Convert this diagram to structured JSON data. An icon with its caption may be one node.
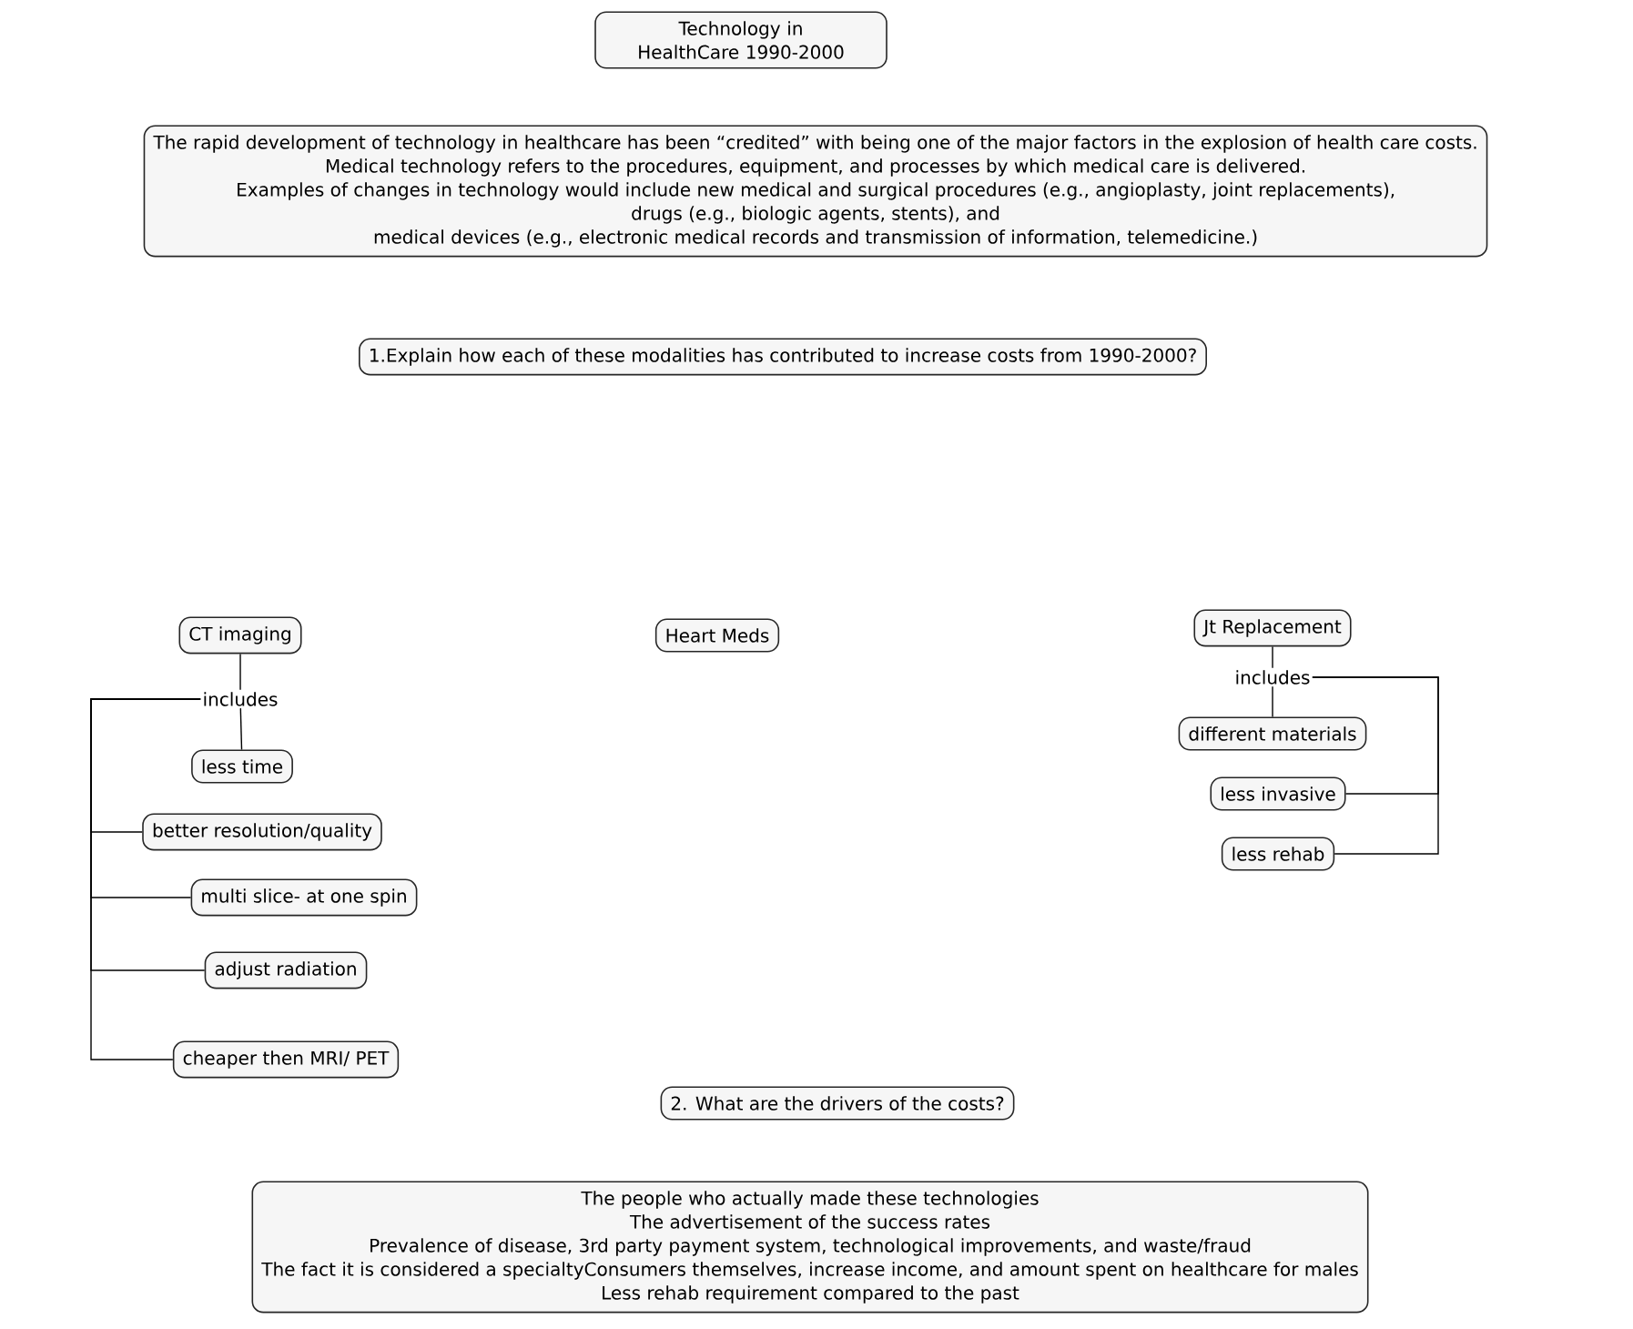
{
  "diagram": {
    "nodes": [
      {
        "text": [
          "Technology in HealthCare 1990-2000"
        ]
      },
      {
        "text": [
          "The rapid development of technology in healthcare has been “credited” with being one of the major factors in the explosion of health care costs.",
          "Medical technology refers to the procedures, equipment, and processes by which medical care is delivered.",
          "Examples of changes in technology would include new medical and surgical procedures (e.g., angioplasty, joint replacements),",
          "drugs (e.g., biologic agents, stents), and",
          "medical devices (e.g., electronic medical records and transmission of information, telemedicine.)"
        ]
      },
      {
        "text": [
          "1.Explain how each of these modalities has contributed to increase costs from 1990-2000?"
        ]
      },
      {
        "text": [
          "CT imaging"
        ]
      },
      {
        "text": [
          "includes"
        ]
      },
      {
        "text": [
          "less time"
        ]
      },
      {
        "text": [
          "better resolution/quality"
        ]
      },
      {
        "text": [
          "multi slice- at one spin"
        ]
      },
      {
        "text": [
          "adjust radiation"
        ]
      },
      {
        "text": [
          "cheaper then MRI/ PET"
        ]
      },
      {
        "text": [
          "Heart Meds"
        ]
      },
      {
        "text": [
          "Jt Replacement"
        ]
      },
      {
        "text": [
          "includes"
        ]
      },
      {
        "text": [
          "different materials"
        ]
      },
      {
        "text": [
          "less invasive"
        ]
      },
      {
        "text": [
          "less rehab"
        ]
      },
      {
        "text": [
          "2. What are the drivers of the costs?"
        ]
      },
      {
        "text": [
          "The people who actually made these technologies",
          "The advertisement of the success rates",
          "Prevalence of disease, 3rd party payment system, technological improvements, and waste/fraud",
          "The fact it is considered a specialtyConsumers themselves, increase income, and amount spent on healthcare for males",
          "Less rehab requirement compared to the past"
        ]
      }
    ],
    "edges": [
      {
        "from": 3,
        "to": 4,
        "arrow": "none"
      },
      {
        "from": 4,
        "to": 5,
        "arrow": "none"
      },
      {
        "from": 4,
        "to": 6,
        "arrow": "none"
      },
      {
        "from": 4,
        "to": 7,
        "arrow": "none"
      },
      {
        "from": 4,
        "to": 8,
        "arrow": "none"
      },
      {
        "from": 4,
        "to": 9,
        "arrow": "none"
      },
      {
        "from": 11,
        "to": 12,
        "arrow": "none"
      },
      {
        "from": 12,
        "to": 13,
        "arrow": "none"
      },
      {
        "from": 12,
        "to": 14,
        "arrow": "none"
      },
      {
        "from": 12,
        "to": 15,
        "arrow": "none"
      }
    ]
  }
}
